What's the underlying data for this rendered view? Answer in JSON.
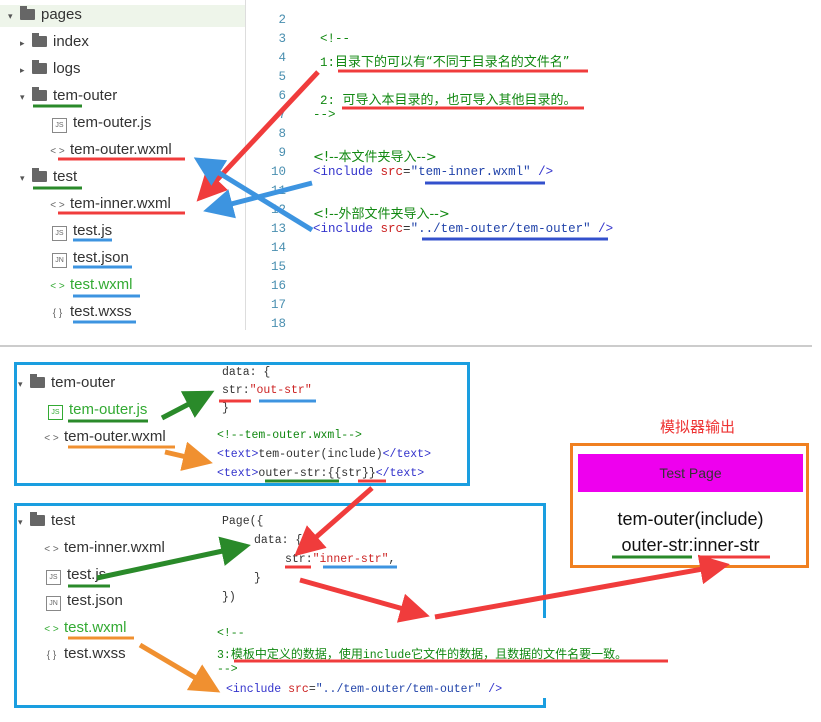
{
  "top_tree": {
    "items": [
      {
        "label": "pages",
        "type": "folder",
        "open": true
      },
      {
        "label": "index",
        "type": "folder",
        "open": false
      },
      {
        "label": "logs",
        "type": "folder",
        "open": false
      },
      {
        "label": "tem-outer",
        "type": "folder",
        "open": true
      },
      {
        "label": "tem-outer.js",
        "type": "js"
      },
      {
        "label": "tem-outer.wxml",
        "type": "wxml"
      },
      {
        "label": "test",
        "type": "folder",
        "open": true
      },
      {
        "label": "tem-inner.wxml",
        "type": "wxml"
      },
      {
        "label": "test.js",
        "type": "js"
      },
      {
        "label": "test.json",
        "type": "json"
      },
      {
        "label": "test.wxml",
        "type": "wxml"
      },
      {
        "label": "test.wxss",
        "type": "wxss"
      }
    ]
  },
  "icons": {
    "js": "JS",
    "json": "JN",
    "wxml": "< >",
    "wxss": "{ }"
  },
  "editor": {
    "line_numbers": [
      "2",
      "3",
      "4",
      "5",
      "6",
      "7",
      "8",
      "9",
      "10",
      "11",
      "12",
      "13",
      "14",
      "15",
      "16",
      "17",
      "18"
    ],
    "l3": "<!--",
    "l4_num": "1:",
    "l4_text": "目录下的可以有“不同于目录名的文件名”",
    "l6_num": "2:",
    "l6_text": "可导入本目录的，也可导入其他目录的。",
    "l7": "-->",
    "l9": "<!--本文件夹导入-->",
    "l10_tag": "<include",
    "l10_attr": "src",
    "l10_eq": "=",
    "l10_val": "\"tem-inner.wxml\"",
    "l10_end": "/>",
    "l12": "<!--外部文件夹导入-->",
    "l13_tag": "<include",
    "l13_attr": "src",
    "l13_eq": "=",
    "l13_val": "\"../tem-outer/tem-outer\"",
    "l13_end": "/>"
  },
  "box1": {
    "folder": "tem-outer",
    "js": "tem-outer.js",
    "wxml": "tem-outer.wxml",
    "data_open": "data: {",
    "str_key": "str:",
    "str_val": "\"out-str\"",
    "close": "}",
    "comment": "<!--tem-outer.wxml-->",
    "t_open": "<text>",
    "t1_text": "tem-outer(include)",
    "t_close": "</text>",
    "t2_label": "outer-str:",
    "t2_b1": "{{",
    "t2_var": "str",
    "t2_b2": "}}"
  },
  "box2": {
    "folder": "test",
    "items": [
      "tem-inner.wxml",
      "test.js",
      "test.json",
      "test.wxml",
      "test.wxss"
    ],
    "page_open": "Page({",
    "data_open": "data: {",
    "str_key": "str:",
    "str_val": "\"inner-str\"",
    "comma": ",",
    "close": "}",
    "page_close": "})",
    "c_open": "<!--",
    "c_num": "3:",
    "c_text1": "模板中定义的数据，使用",
    "c_inc": "include",
    "c_text2": "它文件的数据，且数据的文件名要一致。",
    "c_close": "-->",
    "inc_tag": "<include",
    "inc_attr": "src",
    "inc_eq": "=",
    "inc_val": "\"../tem-outer/tem-outer\"",
    "inc_end": "/>"
  },
  "simulator": {
    "title": "模拟器输出",
    "nav_title": "Test Page",
    "line1": "tem-outer(include)",
    "line2_label": "outer-str:",
    "line2_value": "inner-str",
    "nav_color": "#ee00ee"
  }
}
